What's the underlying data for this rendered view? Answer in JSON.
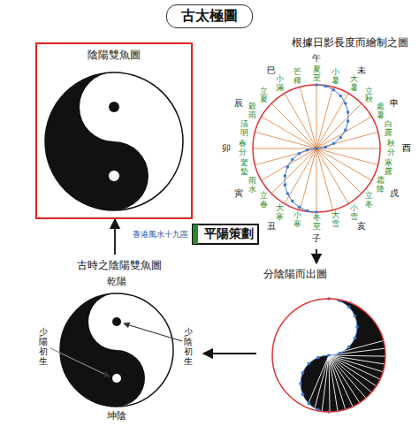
{
  "diagram": {
    "title": "古太極圖",
    "nodes": [
      {
        "text": [
          "陰陽雙魚圖"
        ]
      },
      {
        "text": [
          "根據日影長度而繪制之圖"
        ]
      },
      {
        "text": [
          "分陰陽而出圖"
        ]
      },
      {
        "text": [
          "古時之陰陽雙魚圖"
        ]
      }
    ],
    "edges": [
      {
        "from": 1,
        "to": 2,
        "arrow": "to"
      },
      {
        "from": 2,
        "to": 3,
        "arrow": "to"
      },
      {
        "from": 3,
        "to": 0,
        "arrow": "to"
      }
    ],
    "labels": [
      "夏至",
      "小暑",
      "大暑",
      "立秋",
      "處暑",
      "白露",
      "秋分",
      "寒露",
      "霜降",
      "立冬",
      "小雪",
      "大雪",
      "冬至",
      "小寒",
      "大寒",
      "立春",
      "雨水",
      "驚蟄",
      "春分",
      "清明",
      "穀雨",
      "立夏",
      "小滿",
      "芒種",
      "午",
      "未",
      "申",
      "酉",
      "戌",
      "亥",
      "子",
      "丑",
      "寅",
      "卯",
      "辰",
      "巳",
      "乾陽",
      "坤陰",
      "少陽初生",
      "少陰初生",
      "平陽策劃",
      "香港風水十九區"
    ]
  }
}
